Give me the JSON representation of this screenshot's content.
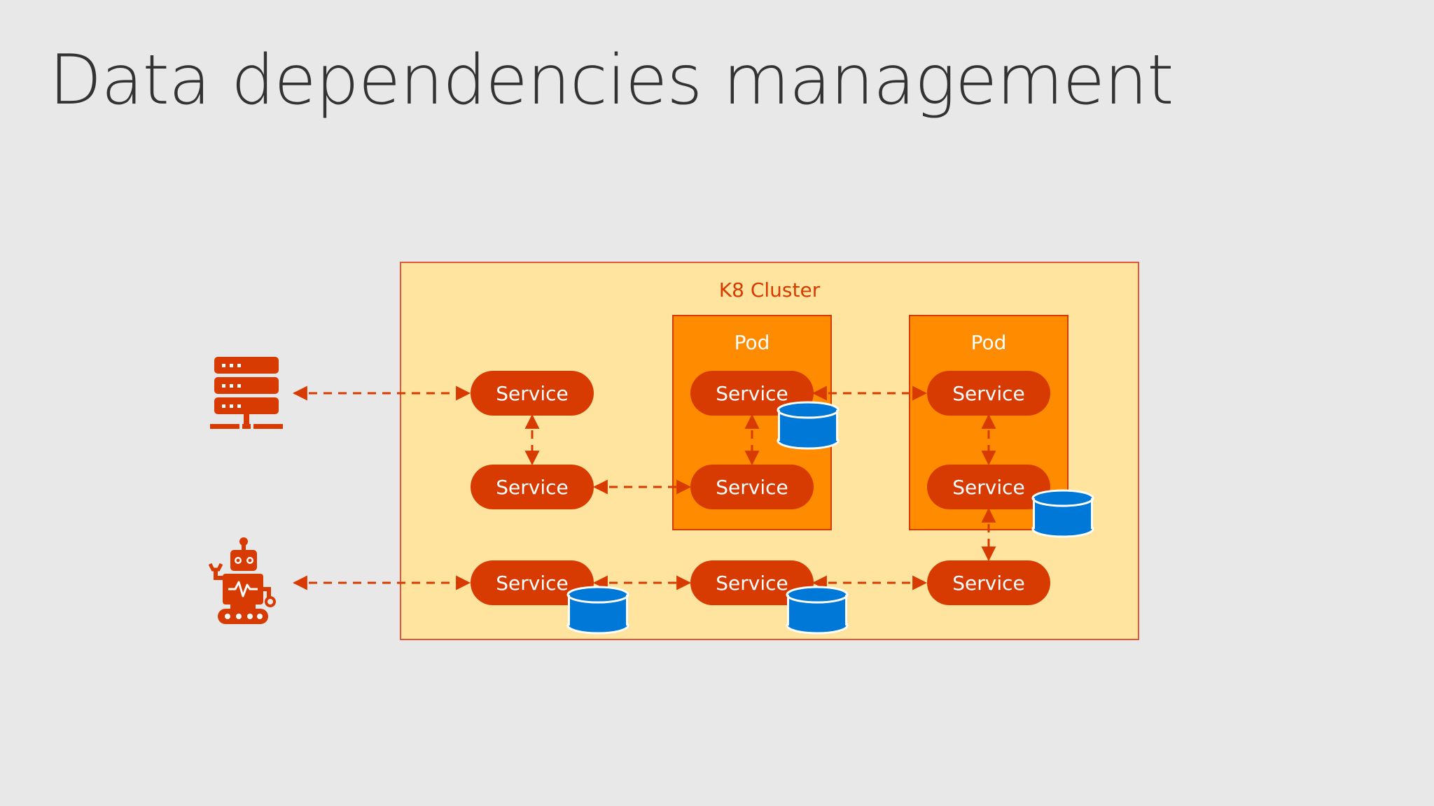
{
  "slide": {
    "title": "Data dependencies management"
  },
  "diagram": {
    "cluster_label": "K8 Cluster",
    "pod_label": "Pod",
    "service_label": "Service",
    "colors": {
      "background": "#e8e8e8",
      "cluster_fill": "#ffe49f",
      "cluster_border": "#e0573a",
      "pod_fill": "#ff8c00",
      "pod_border": "#d83b01",
      "service_fill": "#d83b01",
      "arrow": "#d83b01",
      "database": "#0078d7",
      "title_text": "#333333"
    },
    "icons": [
      "server-icon",
      "robot-icon",
      "database-icon"
    ]
  }
}
